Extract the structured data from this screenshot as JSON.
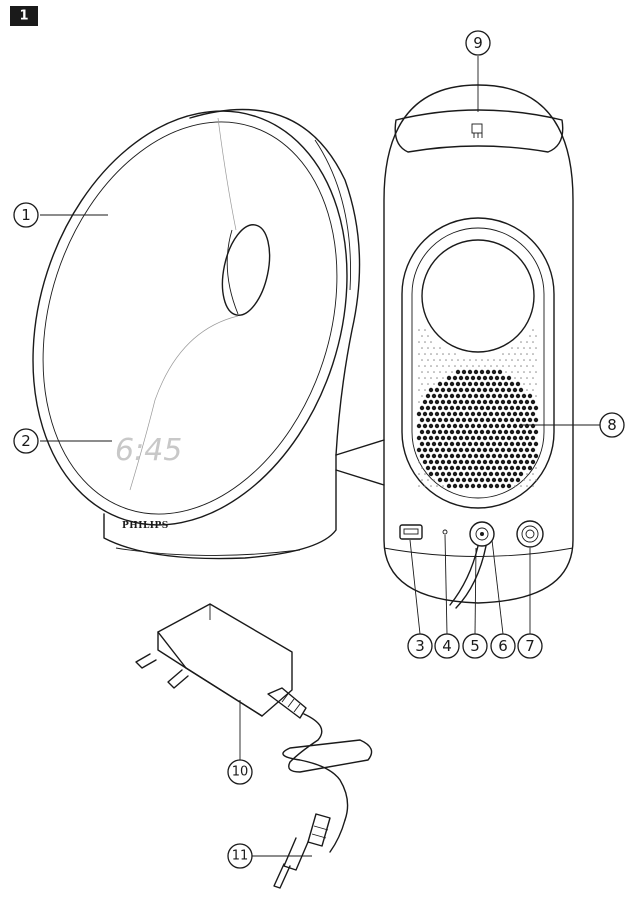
{
  "figure_badge": "1",
  "brand_text": "PHILIPS",
  "clock_display": "6:45",
  "callouts": {
    "c1": "1",
    "c2": "2",
    "c3": "3",
    "c4": "4",
    "c5": "5",
    "c6": "6",
    "c7": "7",
    "c8": "8",
    "c9": "9",
    "c10": "10",
    "c11": "11"
  },
  "icons": [
    "lamp-front-view",
    "lamp-back-view",
    "speaker-grille",
    "power-adapter",
    "dc-plug"
  ]
}
